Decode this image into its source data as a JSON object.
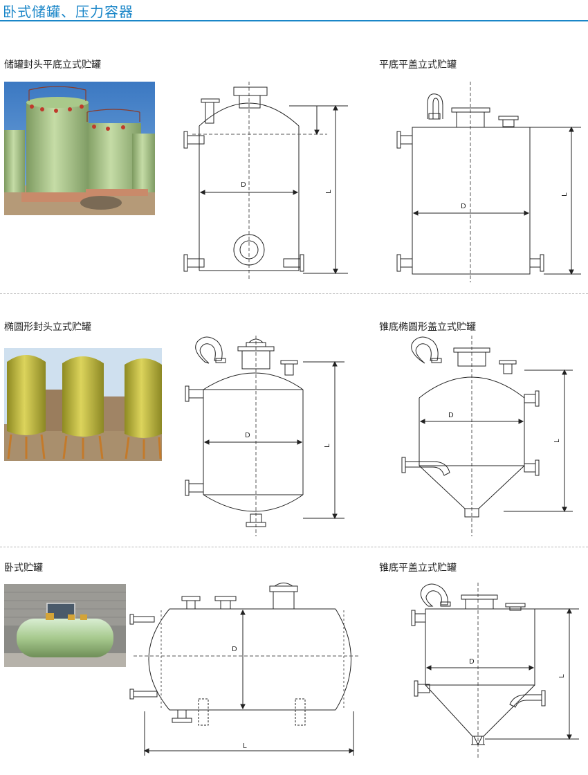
{
  "page": {
    "title": "卧式储罐、压力容器"
  },
  "sections": [
    {
      "left": {
        "label": "储罐封头平底立式贮罐",
        "photo_icon": "storage-tank-photo",
        "dims": {
          "diameter": "D",
          "length": "L"
        }
      },
      "right": {
        "label": "平底平盖立式贮罐",
        "dims": {
          "diameter": "D",
          "length": "L"
        }
      }
    },
    {
      "left": {
        "label": "椭圆形封头立式贮罐",
        "photo_icon": "elliptical-tank-photo",
        "dims": {
          "diameter": "D",
          "length": "L"
        }
      },
      "right": {
        "label": "锥底椭圆形盖立式贮罐",
        "dims": {
          "diameter": "D",
          "length": "L"
        }
      }
    },
    {
      "left": {
        "label": "卧式贮罐",
        "photo_icon": "horizontal-tank-photo",
        "dims": {
          "diameter": "D",
          "length": "L"
        }
      },
      "right": {
        "label": "锥底平盖立式贮罐",
        "dims": {
          "diameter": "D",
          "length": "L"
        }
      }
    }
  ],
  "colors": {
    "accent": "#1a86c8",
    "line": "#222222",
    "tank_green": "#a9c98a",
    "tank_yellow": "#c9c24a"
  }
}
